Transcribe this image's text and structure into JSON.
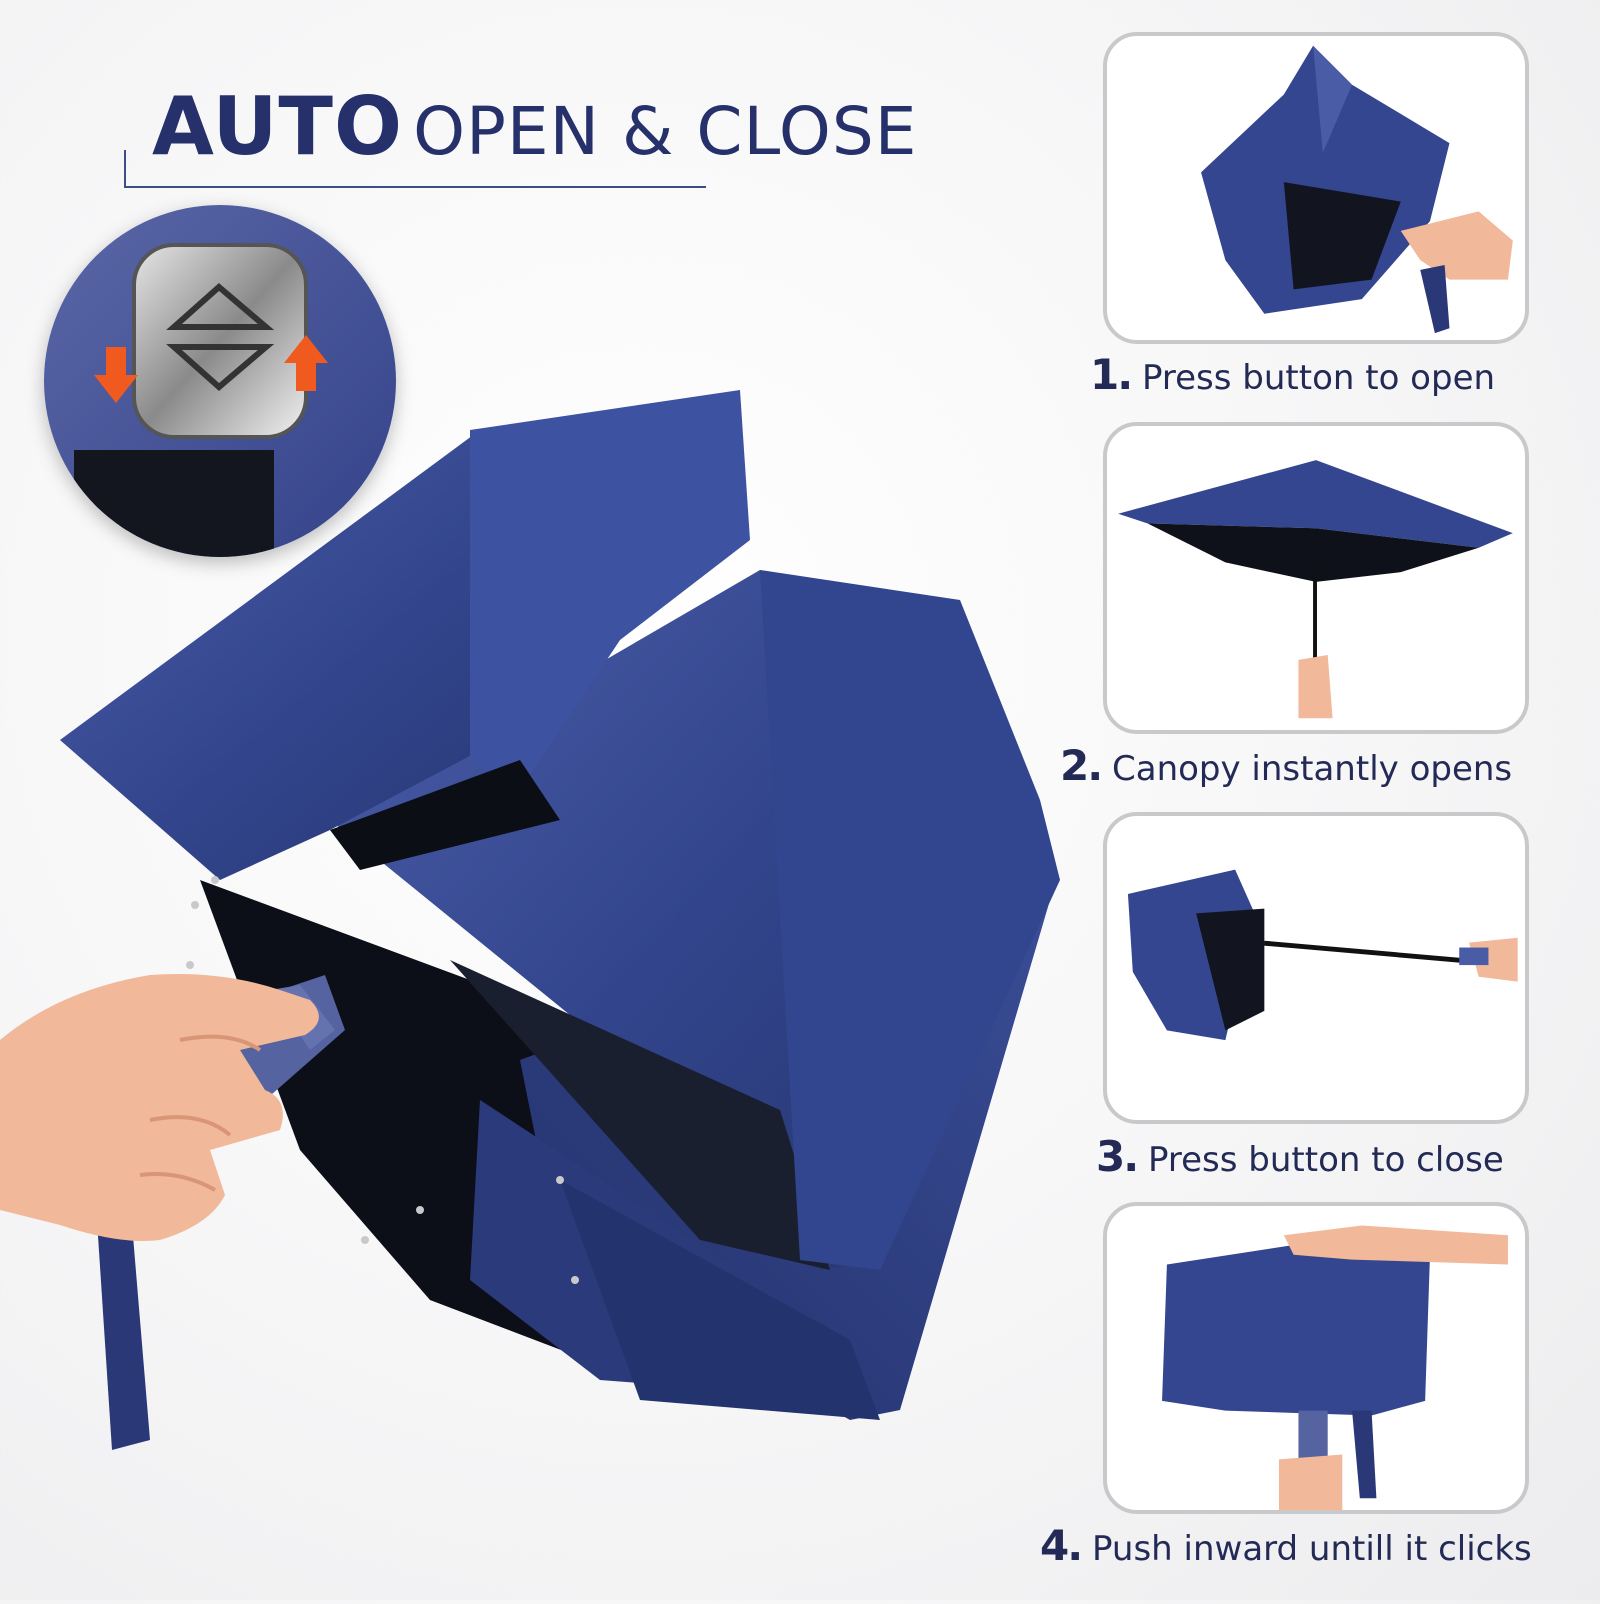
{
  "headline": {
    "strong": "AUTO",
    "rest": "OPEN & CLOSE"
  },
  "steps": [
    {
      "number": "1.",
      "text": "Press button to open"
    },
    {
      "number": "2.",
      "text": "Canopy instantly opens"
    },
    {
      "number": "3.",
      "text": "Press button to close"
    },
    {
      "number": "4.",
      "text": "Push inward untill it clicks"
    }
  ],
  "colors": {
    "canopy": "#2e3f82",
    "canopy_light": "#4a5ca6",
    "heading": "#26306a",
    "arrow": "#f05a1e"
  }
}
